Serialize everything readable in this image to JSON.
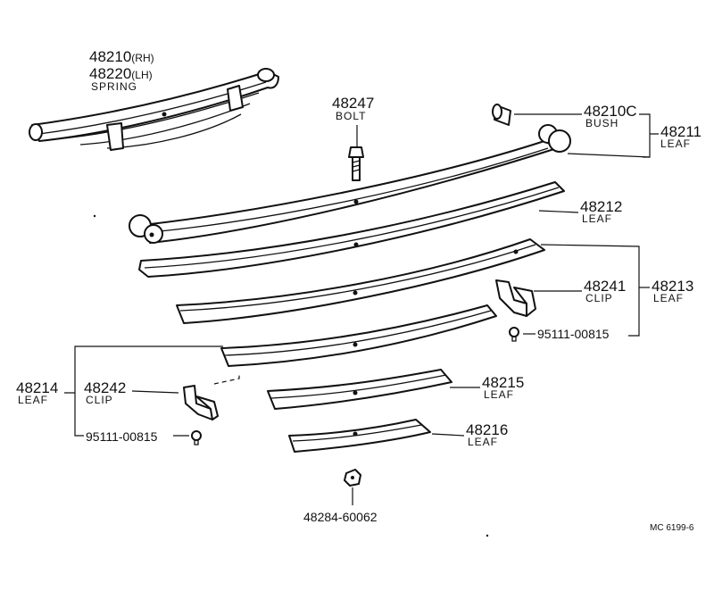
{
  "parts": {
    "spring": {
      "rh_number": "48210",
      "rh_side": "(RH)",
      "lh_number": "48220",
      "lh_side": "(LH)",
      "name": "SPRING"
    },
    "bolt": {
      "number": "48247",
      "name": "BOLT"
    },
    "bush": {
      "number": "48210C",
      "name": "BUSH"
    },
    "leaf_48211": {
      "number": "48211",
      "name": "LEAF"
    },
    "leaf_48212": {
      "number": "48212",
      "name": "LEAF"
    },
    "clip_48241": {
      "number": "48241",
      "name": "CLIP"
    },
    "leaf_48213": {
      "number": "48213",
      "name": "LEAF"
    },
    "rivet_right": {
      "number": "95111-00815"
    },
    "leaf_48214": {
      "number": "48214",
      "name": "LEAF"
    },
    "clip_48242": {
      "number": "48242",
      "name": "CLIP"
    },
    "rivet_left": {
      "number": "95111-00815"
    },
    "leaf_48215": {
      "number": "48215",
      "name": "LEAF"
    },
    "leaf_48216": {
      "number": "48216",
      "name": "LEAF"
    },
    "nut": {
      "number": "48284-60062"
    }
  },
  "figure_code": "MC 6199-6"
}
